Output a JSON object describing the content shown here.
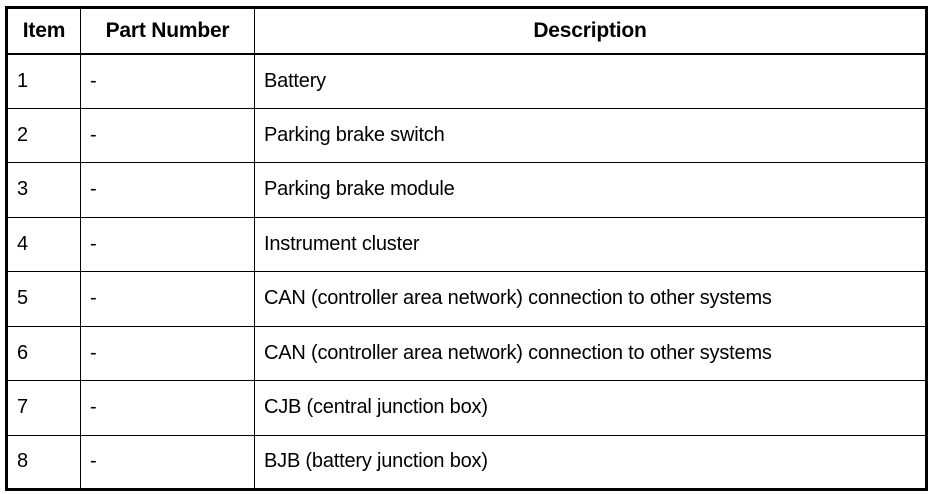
{
  "table": {
    "columns": [
      {
        "key": "item",
        "label": "Item",
        "align": "center"
      },
      {
        "key": "part_number",
        "label": "Part Number",
        "align": "center"
      },
      {
        "key": "description",
        "label": "Description",
        "align": "center"
      }
    ],
    "rows": [
      {
        "item": "1",
        "part_number": "-",
        "description": "Battery"
      },
      {
        "item": "2",
        "part_number": "-",
        "description": "Parking brake switch"
      },
      {
        "item": "3",
        "part_number": "-",
        "description": "Parking brake module"
      },
      {
        "item": "4",
        "part_number": "-",
        "description": "Instrument cluster"
      },
      {
        "item": "5",
        "part_number": "-",
        "description": "CAN (controller area network) connection to other systems"
      },
      {
        "item": "6",
        "part_number": "-",
        "description": "CAN (controller area network) connection to other systems"
      },
      {
        "item": "7",
        "part_number": "-",
        "description": "CJB (central junction box)"
      },
      {
        "item": "8",
        "part_number": "-",
        "description": "BJB (battery junction box)"
      }
    ]
  },
  "style": {
    "text_color": "#000000",
    "background_color": "#ffffff",
    "border_color": "#000000"
  }
}
